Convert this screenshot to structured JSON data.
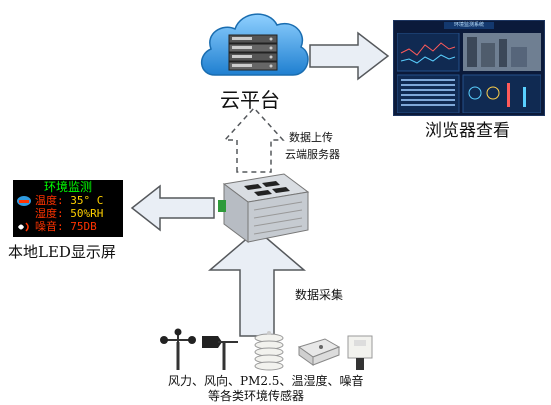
{
  "cloud": {
    "label": "云平台"
  },
  "browser": {
    "label": "浏览器查看",
    "screen_title": "环境监测系统"
  },
  "upload": {
    "line1": "数据上传",
    "line2": "云端服务器"
  },
  "led": {
    "header": "环境监测",
    "rows": [
      {
        "name": "温度:",
        "value": "35° C",
        "icon": "thermometer-icon"
      },
      {
        "name": "湿度:",
        "value": "50%RH",
        "icon": "humidity-icon"
      },
      {
        "name": "噪音:",
        "value": "75DB",
        "icon": "sound-icon"
      }
    ],
    "label": "本地LED显示屏"
  },
  "collect": {
    "label": "数据采集"
  },
  "sensors": {
    "line1": "风力、风向、PM2.5、温湿度、噪音",
    "line2": "等各类环境传感器",
    "items": [
      "anemometer-icon",
      "wind-vane-icon",
      "pm25-shelter-icon",
      "temp-humidity-sensor-icon",
      "noise-sensor-icon"
    ]
  },
  "colors": {
    "cloud": "#2f9be0",
    "arrow_fill": "#e9eef5",
    "arrow_stroke": "#55585c",
    "led_bg": "#000000",
    "led_header": "#00ff00",
    "led_text": "#ff3300"
  }
}
